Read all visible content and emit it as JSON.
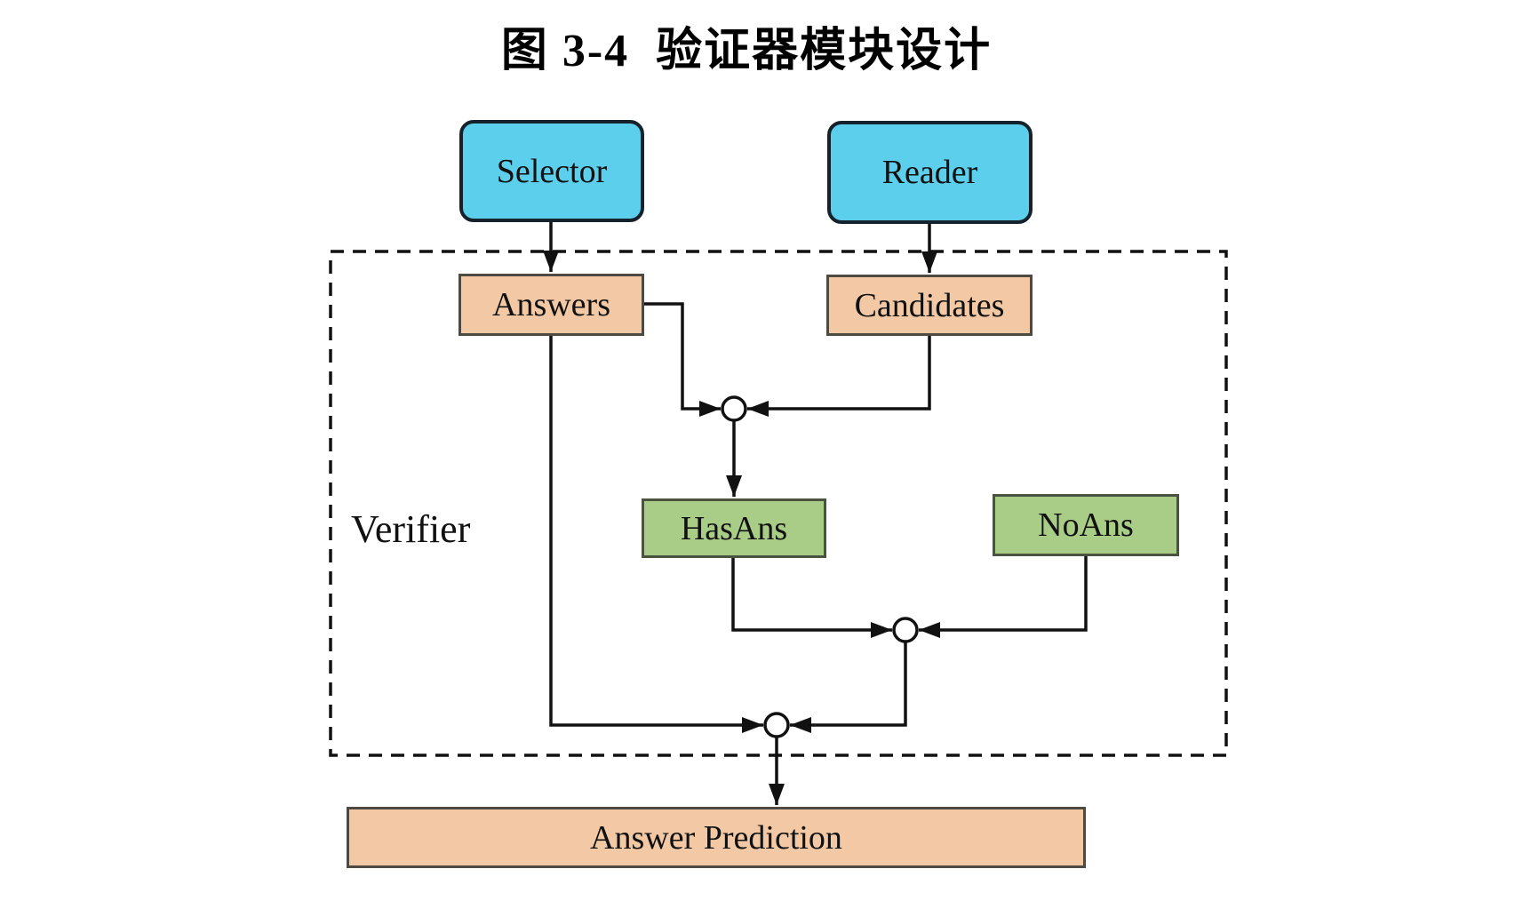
{
  "title": "图 3-4  验证器模块设计",
  "container": {
    "label": "Verifier"
  },
  "nodes": {
    "selector": "Selector",
    "reader": "Reader",
    "answers": "Answers",
    "candidates": "Candidates",
    "has_ans": "HasAns",
    "no_ans": "NoAns",
    "answer_prediction": "Answer Prediction"
  },
  "colors": {
    "module_fill": "#5ccfed",
    "data_fill": "#f2c9a4",
    "branch_fill": "#a9cc87",
    "line": "#111111",
    "background": "#ffffff"
  }
}
